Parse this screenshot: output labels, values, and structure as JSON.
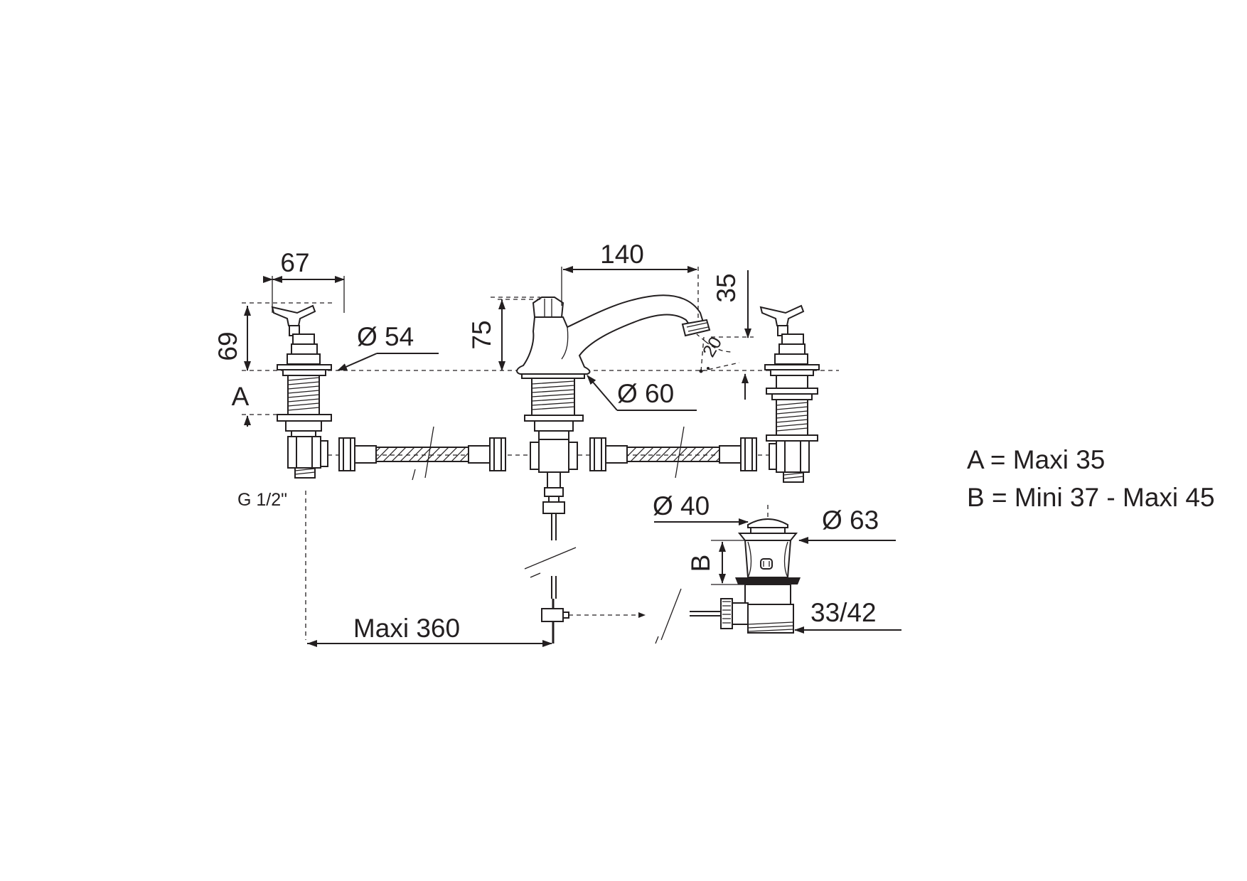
{
  "dimensions": {
    "handle_width": "67",
    "handle_height": "69",
    "flange_diameter_left": "Ø 54",
    "spout_reach": "140",
    "spout_drop": "35",
    "spout_height": "75",
    "flange_diameter_center": "Ø 60",
    "angle": "20",
    "deck_thickness": "A",
    "thread": "G 1/2\"",
    "max_spread": "Maxi 360",
    "drain_inner_diameter": "Ø 40",
    "drain_outer_diameter": "Ø 63",
    "drain_height": "B",
    "drain_outlet": "33/42"
  },
  "legend": {
    "a": "A = Maxi 35",
    "b": "B = Mini 37 - Maxi 45"
  }
}
